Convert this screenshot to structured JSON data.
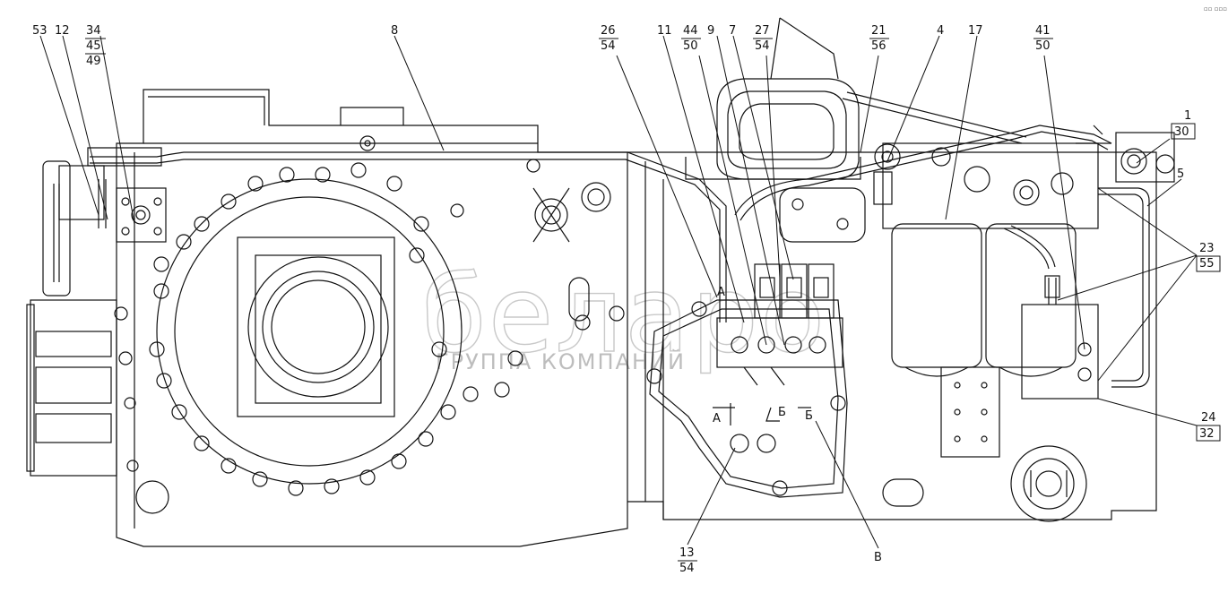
{
  "watermark": {
    "main": "беларо",
    "sub": "ГРУППА КОМПАНИЙ"
  },
  "corner_mark": "▫▫ ▫▫▫",
  "section_marks": {
    "a1": "А",
    "a2": "А",
    "b1": "Б",
    "b2": "Б",
    "v": "В"
  },
  "callouts": [
    {
      "id": "c53",
      "top": "53"
    },
    {
      "id": "c12",
      "top": "12"
    },
    {
      "id": "c34",
      "top": "34",
      "mid": "45",
      "bot": "49"
    },
    {
      "id": "c8",
      "top": "8"
    },
    {
      "id": "c26",
      "top": "26",
      "bot": "54"
    },
    {
      "id": "c11",
      "top": "11"
    },
    {
      "id": "c44",
      "top": "44",
      "bot": "50"
    },
    {
      "id": "c9",
      "top": "9"
    },
    {
      "id": "c7",
      "top": "7"
    },
    {
      "id": "c27",
      "top": "27",
      "bot": "54"
    },
    {
      "id": "c21",
      "top": "21",
      "bot": "56"
    },
    {
      "id": "c4",
      "top": "4"
    },
    {
      "id": "c17",
      "top": "17"
    },
    {
      "id": "c41",
      "top": "41",
      "bot": "50"
    },
    {
      "id": "c1",
      "top": "1",
      "bot": "30"
    },
    {
      "id": "c5",
      "top": "5"
    },
    {
      "id": "c23",
      "top": "23",
      "bot": "55"
    },
    {
      "id": "c24",
      "top": "24",
      "bot": "32"
    },
    {
      "id": "c13",
      "top": "13",
      "bot": "54"
    }
  ]
}
